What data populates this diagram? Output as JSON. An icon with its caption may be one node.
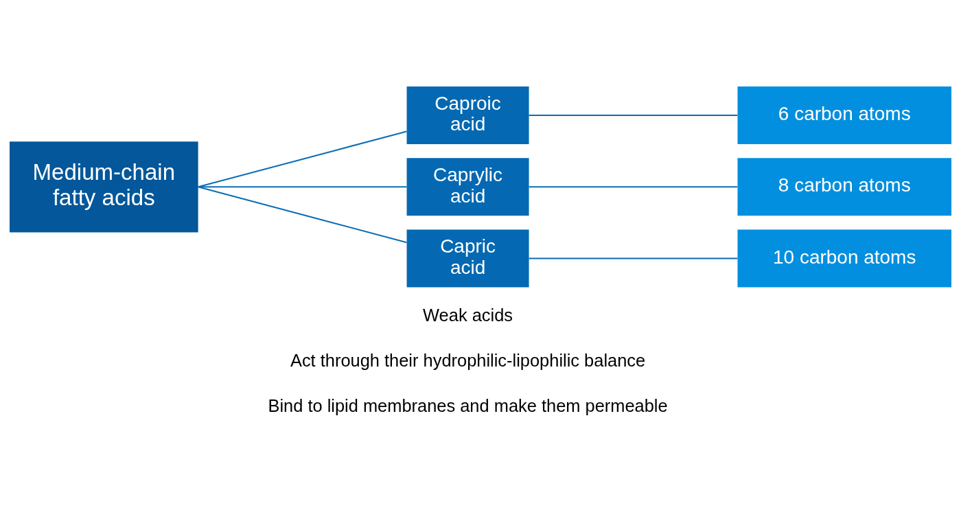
{
  "diagram": {
    "nodes": [
      {
        "text": [
          "Medium-chain fatty acids"
        ]
      },
      {
        "text": [
          "Caproic acid"
        ]
      },
      {
        "text": [
          "Caprylic acid"
        ]
      },
      {
        "text": [
          "Capric acid"
        ]
      },
      {
        "text": [
          "6 carbon atoms"
        ]
      },
      {
        "text": [
          "8 carbon atoms"
        ]
      },
      {
        "text": [
          "10 carbon atoms"
        ]
      }
    ],
    "edges": [
      {
        "from": 0,
        "to": 1,
        "arrow": "none"
      },
      {
        "from": 0,
        "to": 2,
        "arrow": "none"
      },
      {
        "from": 0,
        "to": 3,
        "arrow": "none"
      },
      {
        "from": 1,
        "to": 4,
        "arrow": "none"
      },
      {
        "from": 2,
        "to": 5,
        "arrow": "none"
      },
      {
        "from": 3,
        "to": 6,
        "arrow": "none"
      }
    ],
    "labels": [
      "Weak acids",
      "Act through their hydrophilic-lipophilic balance",
      "Bind to lipid membranes and make them permeable"
    ]
  }
}
